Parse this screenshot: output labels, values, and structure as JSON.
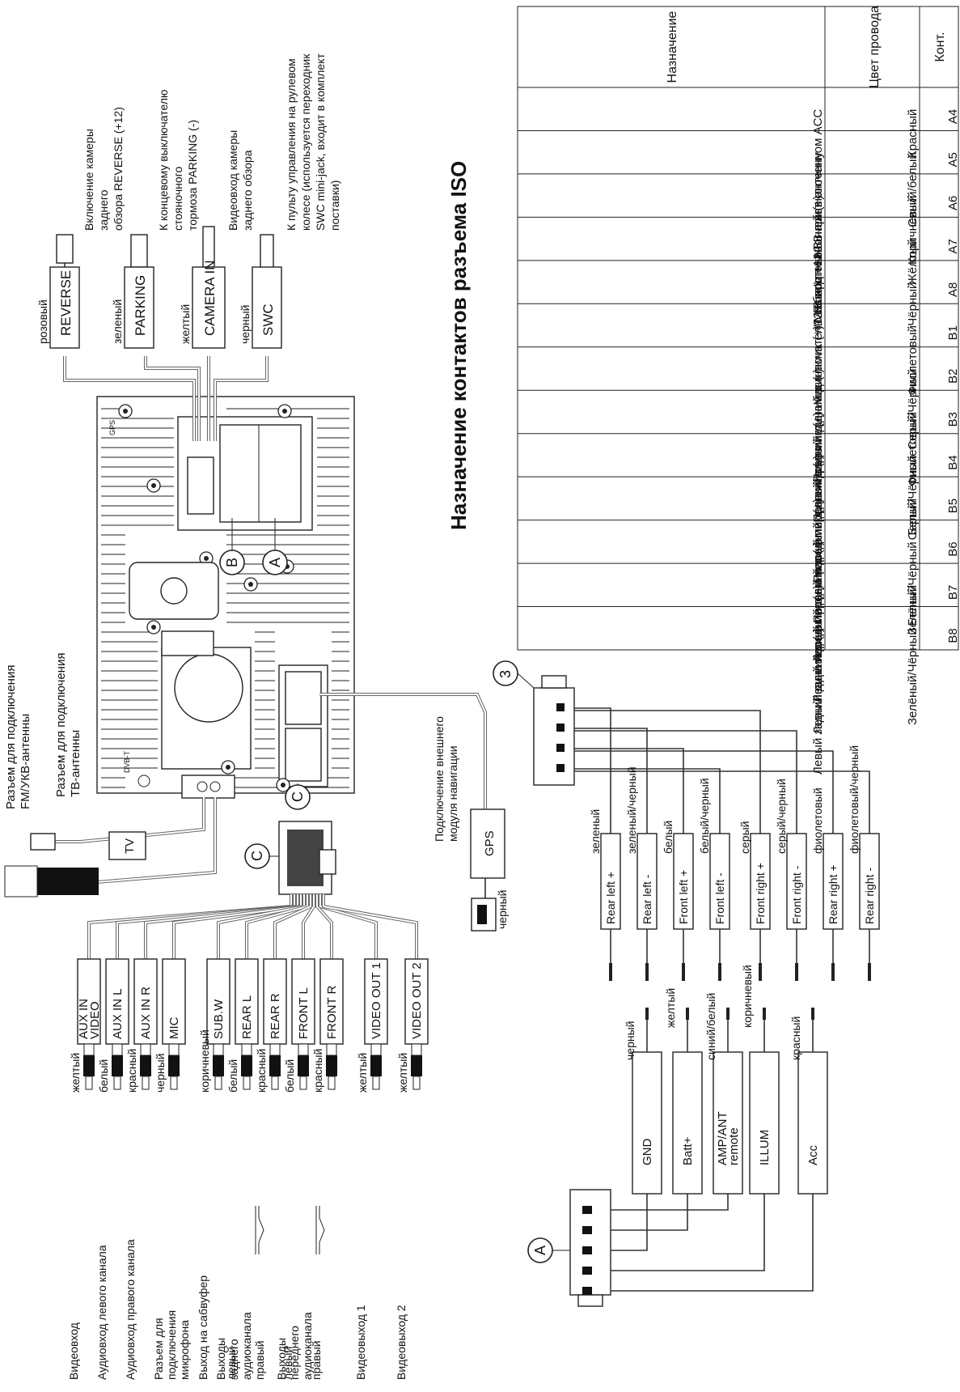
{
  "table": {
    "title": "Назначение контактов разъема ISO",
    "headers": [
      "Конт.",
      "Цвет провода",
      "Назначение"
    ],
    "rows": [
      [
        "A4",
        "Красный",
        "+12 В при включенном ACC"
      ],
      [
        "A5",
        "Синий/белый",
        "Выход +12 В на авт. антенну"
      ],
      [
        "A6",
        "Коричневый",
        "К выключателю габаритных огней (+)"
      ],
      [
        "A7",
        "Жёлтый",
        "+12 В постоянно"
      ],
      [
        "A8",
        "Чёрный",
        "\"Масса\""
      ],
      [
        "B1",
        "Фиолетовый",
        "Правый задний динамик (+)"
      ],
      [
        "B2",
        "Фиолетовый/Чёрный",
        "Правый задний динамик (-)"
      ],
      [
        "B3",
        "Серый",
        "Правый передний динамик (+)"
      ],
      [
        "B4",
        "Серый/Чёрный",
        "Правый передний динамик (-)"
      ],
      [
        "B5",
        "Белый",
        "Левый передний динамик (+)"
      ],
      [
        "B6",
        "Белый/Чёрный",
        "Левый передний динамик (-)"
      ],
      [
        "B7",
        "Зелёный",
        "Левый задний динамик (+)"
      ],
      [
        "B8",
        "Зелёный/Чёрный",
        "Левый задний динамик (-)"
      ]
    ]
  },
  "top_connectors": [
    {
      "color": "розовый",
      "label": "REVERSE",
      "desc": [
        "Включение камеры",
        "заднего",
        "обзора REVERSE (+12)"
      ]
    },
    {
      "color": "зеленый",
      "label": "PARKING",
      "desc": [
        "К концевому выключателю",
        "стояночного",
        "тормоза PARKING (-)"
      ]
    },
    {
      "color": "желтый",
      "label": "CAMERA IN",
      "desc": [
        "Видеовход камеры",
        "заднего обзора"
      ]
    },
    {
      "color": "черный",
      "label": "SWC",
      "desc": [
        "К пульту управления на рулевом",
        "колесе (используется переходник",
        "SWC mini-jack, входит в комплект",
        "поставки)"
      ]
    }
  ],
  "antenna": {
    "tv_label": "TV",
    "tv_desc": [
      "Разъем для подключения",
      "ТВ-антенны"
    ],
    "fm_desc": [
      "Разъем для подключения",
      "FM/УКВ-антенны"
    ]
  },
  "gps": {
    "label": "GPS",
    "desc": [
      "Подключение внешнего",
      "модуля навигации"
    ],
    "color": "черный"
  },
  "circle_labels": {
    "b": "B",
    "a": "A",
    "c": "C",
    "c2": "C",
    "three": "3",
    "a2": "A"
  },
  "rca_outputs": [
    {
      "label": [
        "AUX IN",
        "VIDEO"
      ],
      "color": "желтый",
      "desc": [
        "Видеовход"
      ]
    },
    {
      "label": [
        "AUX IN L"
      ],
      "color": "белый",
      "desc": [
        "Аудиовход левого канала"
      ]
    },
    {
      "label": [
        "AUX IN R"
      ],
      "color": "красный",
      "desc": [
        "Аудиовход правого канала"
      ]
    },
    {
      "label": [
        "MIC"
      ],
      "color": "черный",
      "desc": [
        "Разъем для",
        "подключения",
        "микрофона"
      ]
    },
    {
      "label": [
        "SUB.W"
      ],
      "color": "коричневый",
      "desc": [
        "Выход на сабвуфер"
      ]
    },
    {
      "label": [
        "REAR L"
      ],
      "color": "белый",
      "desc": [
        "левый"
      ]
    },
    {
      "label": [
        "REAR R"
      ],
      "color": "красный",
      "desc": [
        "правый"
      ]
    },
    {
      "label": [
        "FRONT L"
      ],
      "color": "белый",
      "desc": [
        "левый"
      ]
    },
    {
      "label": [
        "FRONT R"
      ],
      "color": "красный",
      "desc": [
        "правый"
      ]
    },
    {
      "label": [
        "VIDEO OUT 1"
      ],
      "color": "желтый",
      "desc": [
        "Видеовыход 1"
      ]
    },
    {
      "label": [
        "VIDEO OUT 2"
      ],
      "color": "желтый",
      "desc": [
        "Видеовыход 2"
      ]
    }
  ],
  "groups": {
    "rear": [
      "Выходы",
      "заднего",
      "аудиоканала"
    ],
    "front": [
      "Выходы",
      "переднего",
      "аудиоканала"
    ]
  },
  "speaker_wires": [
    {
      "label": "Rear left +",
      "color": "зеленый"
    },
    {
      "label": "Rear left -",
      "color": "зеленый/черный"
    },
    {
      "label": "Front left +",
      "color": "белый"
    },
    {
      "label": "Front left -",
      "color": "белый/черный"
    },
    {
      "label": "Front right +",
      "color": "серый"
    },
    {
      "label": "Front right -",
      "color": "серый/черный"
    },
    {
      "label": "Rear right +",
      "color": "фиолетовый"
    },
    {
      "label": "Rear right -",
      "color": "фиолетовый/черный"
    }
  ],
  "power_wires": [
    {
      "label": [
        "GND"
      ],
      "color": "черный"
    },
    {
      "label": [
        "Batt+"
      ],
      "color": "желтый"
    },
    {
      "label": [
        "AMP/ANT",
        "remote"
      ],
      "color": "синий/белый"
    },
    {
      "label": [
        "ILLUM"
      ],
      "color": "коричневый"
    },
    {
      "label": [
        "Acc"
      ],
      "color": "красный"
    }
  ],
  "unit_marks": {
    "gps": "GPS",
    "dvbt": "DVB-T"
  }
}
